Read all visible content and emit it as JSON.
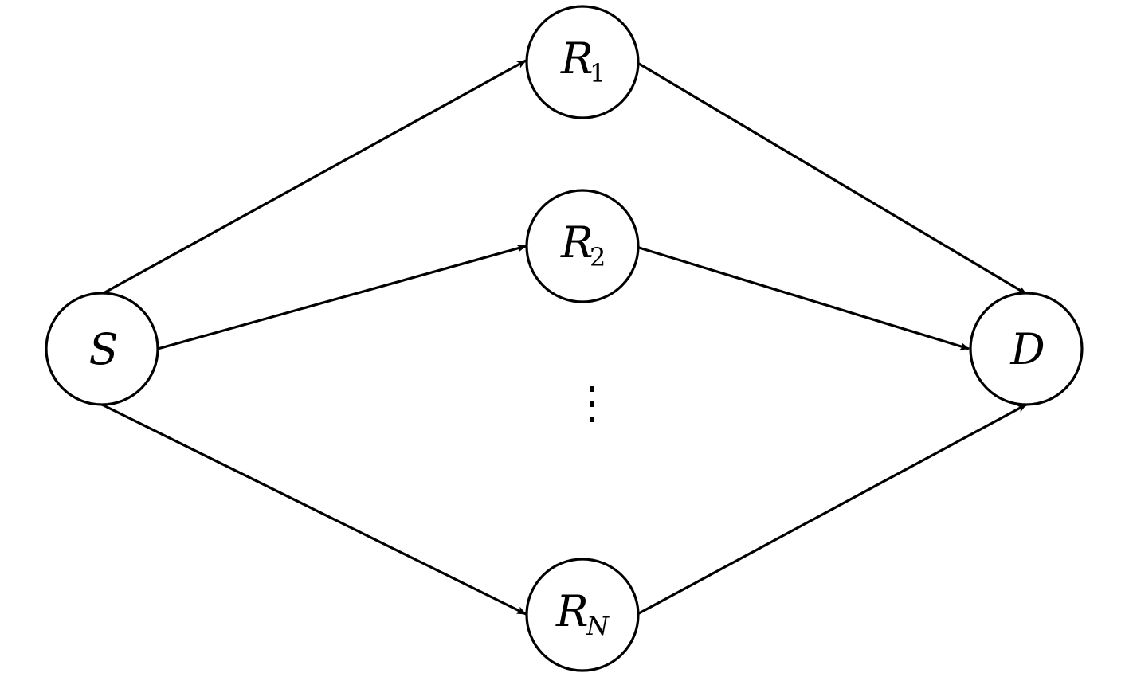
{
  "diagram": {
    "nodes": {
      "source": {
        "label": "S",
        "sub": ""
      },
      "relay_1": {
        "label": "R",
        "sub": "1"
      },
      "relay_2": {
        "label": "R",
        "sub": "2"
      },
      "relay_n": {
        "label": "R",
        "sub": "N"
      },
      "destination": {
        "label": "D",
        "sub": ""
      }
    },
    "ellipsis": "⋮",
    "edges": [
      {
        "from": "source",
        "to": "relay_1"
      },
      {
        "from": "source",
        "to": "relay_2"
      },
      {
        "from": "source",
        "to": "relay_n"
      },
      {
        "from": "relay_1",
        "to": "destination"
      },
      {
        "from": "relay_2",
        "to": "destination"
      },
      {
        "from": "relay_n",
        "to": "destination"
      }
    ],
    "colors": {
      "stroke": "#000000",
      "background": "#ffffff"
    }
  }
}
